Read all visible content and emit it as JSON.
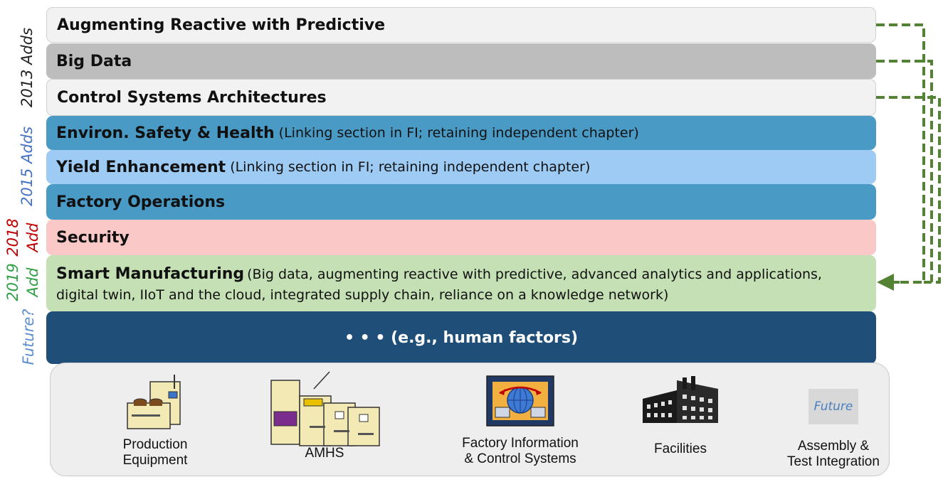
{
  "side_labels": {
    "y2013": "2013 Adds",
    "y2015": "2015 Adds",
    "y2018_year": "2018",
    "y2018_word": "Add",
    "y2019_year": "2019",
    "y2019_word": "Add",
    "future": "Future?"
  },
  "bands": [
    {
      "title": "Augmenting Reactive with Predictive",
      "desc": ""
    },
    {
      "title": "Big Data",
      "desc": ""
    },
    {
      "title": "Control Systems Architectures",
      "desc": ""
    },
    {
      "title": "Environ. Safety & Health",
      "desc": "(Linking section in FI; retaining independent chapter)"
    },
    {
      "title": "Yield Enhancement",
      "desc": "(Linking section in FI; retaining independent chapter)"
    },
    {
      "title": "Factory Operations",
      "desc": ""
    },
    {
      "title": "Security",
      "desc": ""
    },
    {
      "title": "Smart Manufacturing",
      "desc": "(Big data, augmenting reactive with predictive, advanced analytics and applications,",
      "desc2": "digital twin, IIoT and the cloud, integrated supply chain, reliance on a knowledge network)"
    },
    {
      "title": "• • • (e.g., human factors)",
      "desc": ""
    }
  ],
  "colors": {
    "light_grey_band": "#f2f2f2",
    "grey_band": "#bdbdbd",
    "blue_band": "#4a9ac6",
    "light_blue_band": "#9dcbf4",
    "pink_band": "#fbc8c8",
    "green_band": "#c4e0b4",
    "navy_band": "#1f4e79",
    "connector_green": "#548235",
    "label_2015_blue": "#4472c4",
    "label_2018_red": "#c00000",
    "label_2019_green": "#2ea043",
    "label_future_blue": "#5b8fd1"
  },
  "footer": {
    "items": [
      {
        "line1": "Production",
        "line2": "Equipment",
        "icon": "production-equipment-icon"
      },
      {
        "line1": "AMHS",
        "line2": "",
        "icon": "amhs-icon"
      },
      {
        "line1": "Factory Information",
        "line2": "& Control Systems",
        "icon": "factory-information-icon"
      },
      {
        "line1": "Facilities",
        "line2": "",
        "icon": "facilities-icon"
      },
      {
        "line1": "Assembly &",
        "line2": "Test Integration",
        "icon": "future-box",
        "box_text": "Future"
      }
    ]
  }
}
